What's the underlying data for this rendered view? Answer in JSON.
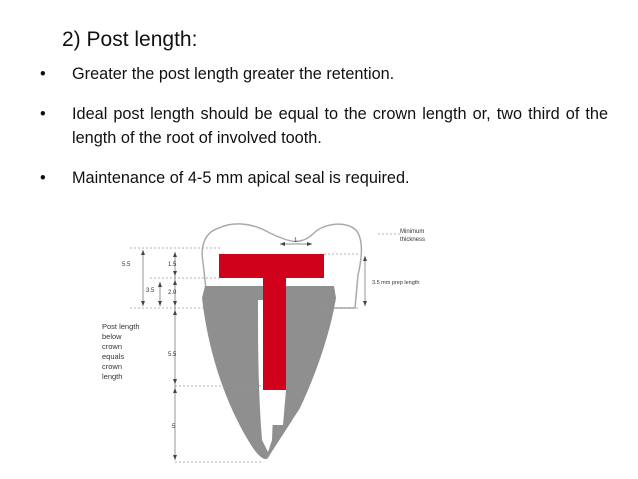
{
  "slide": {
    "title": "2) Post length:",
    "bullets": [
      "Greater the post length greater the retention.",
      "Ideal post length should be equal to the crown length or, two third of the length of the root of involved tooth.",
      "Maintenance of 4-5 mm apical seal is required."
    ],
    "bullet_symbol": "•"
  },
  "diagram": {
    "labels": {
      "minimum_thickness_1": "Minimum",
      "minimum_thickness_2": "thickness",
      "dim_1": "1",
      "prep_length": "3.5 mm prep length",
      "left_5_5": "5.5",
      "left_3_5": "3.5",
      "v_1_5": "1.5",
      "v_2_0": "2.0",
      "v_5_5": "5.5",
      "v_5": "5",
      "post_length_lines": [
        "Post length",
        "below",
        "crown",
        "equals",
        "crown",
        "length"
      ]
    },
    "colors": {
      "post": "#d0021b",
      "root": "#8f8f8f",
      "crown_outline": "#aaaaaa"
    }
  }
}
